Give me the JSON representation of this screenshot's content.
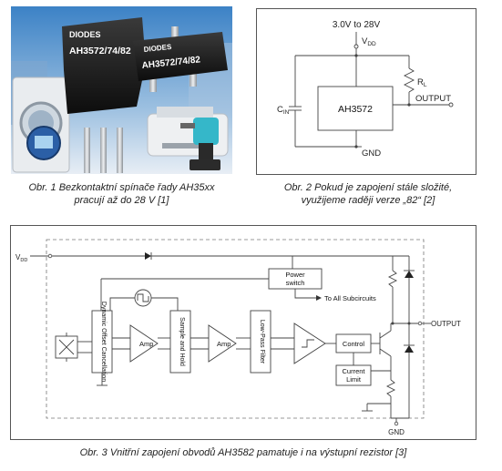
{
  "photo": {
    "chip1_brand": "DIODES",
    "chip1_part": "AH3572/74/82",
    "chip2_brand": "DIODES",
    "chip2_part": "AH3572/74/82"
  },
  "captions": {
    "fig1_line1": "Obr. 1  Bezkontaktní spínače řady AH35xx",
    "fig1_line2": "pracují až do 28 V [1]",
    "fig2_line1": "Obr. 2  Pokud je zapojení stále složité,",
    "fig2_line2": "využijeme raději verze „82“ [2]",
    "fig3": "Obr. 3  Vnitřní zapojení obvodů AH3582 pamatuje i na výstupní rezistor [3]"
  },
  "fig2": {
    "supply": "3.0V to 28V",
    "vdd_main": "V",
    "vdd_sub": "DD",
    "rl_main": "R",
    "rl_sub": "L",
    "cin_main": "C",
    "cin_sub": "IN",
    "chip": "AH3572",
    "output": "OUTPUT",
    "gnd": "GND"
  },
  "fig3": {
    "vdd_main": "V",
    "vdd_sub": "DD",
    "power_switch_l1": "Power",
    "power_switch_l2": "switch",
    "subcircuits": "To All Subcircuits",
    "dynamic_offset": "Dynamic Offset Cancellation",
    "amp1": "Amp",
    "sample_hold": "Sample and Hold",
    "amp2": "Amp",
    "lowpass": "Low-Pass Filter",
    "control": "Control",
    "current_limit_l1": "Current",
    "current_limit_l2": "Limit",
    "output": "OUTPUT",
    "gnd": "GND"
  },
  "colors": {
    "photo_sky": "#2f6fb0",
    "chip_body": "#1b1b1b",
    "frame": "#444444"
  }
}
